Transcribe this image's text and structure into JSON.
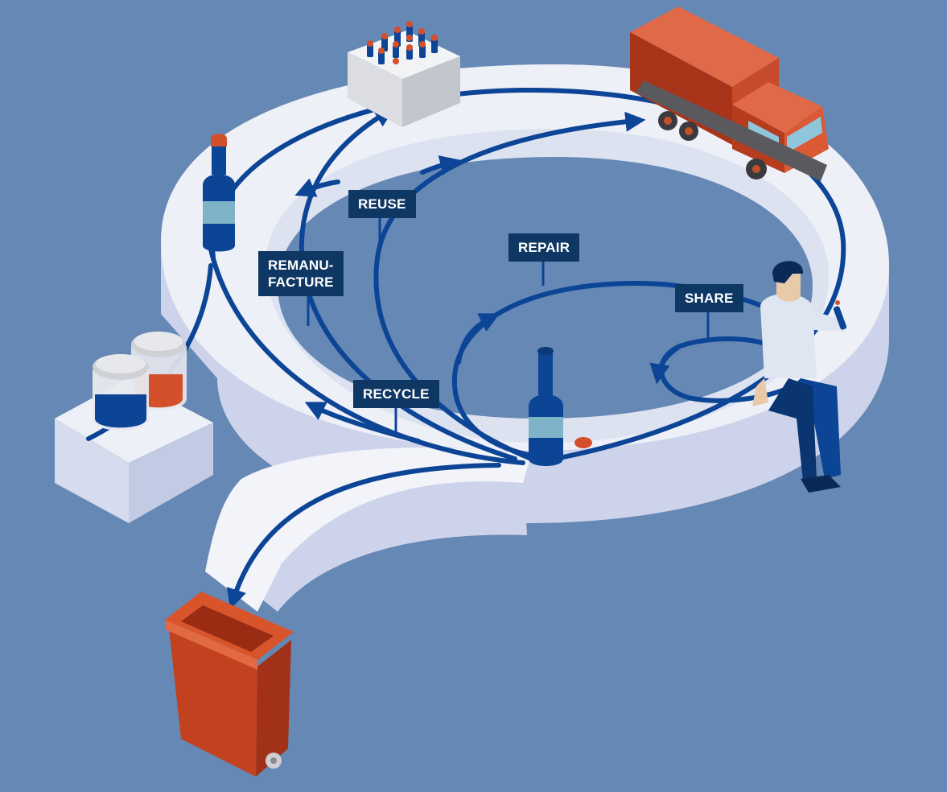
{
  "diagram": {
    "labels": {
      "reuse": "REUSE",
      "remanufacture": "REMANU-\nFACTURE",
      "repair": "REPAIR",
      "share": "SHARE",
      "recycle": "RECYCLE"
    },
    "colors": {
      "background": "#6688b5",
      "track": "#eef0f8",
      "track_side": "#ccd2ea",
      "arrow": "#0c4496",
      "label_bg": "#0f3763",
      "label_text": "#ffffff",
      "accent_orange": "#cf4f25"
    },
    "icons": [
      "bottle-crate-icon",
      "delivery-truck-icon",
      "glass-bottle-icon",
      "paint-jars-icon",
      "person-drinking-icon",
      "waste-bin-icon"
    ]
  }
}
